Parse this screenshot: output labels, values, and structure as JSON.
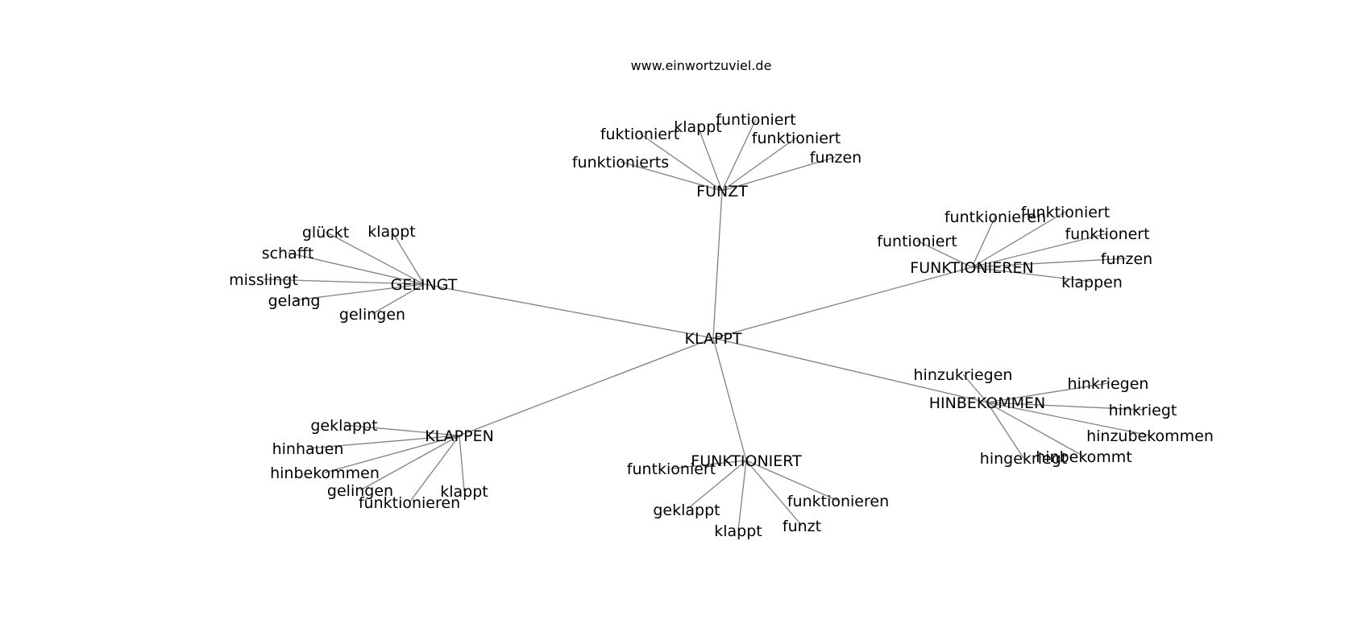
{
  "title": "www.einwortzuviel.de",
  "colors": {
    "edge": "#808080",
    "text": "#000000",
    "background": "#ffffff"
  },
  "root": {
    "id": "KLAPPT",
    "label": "KLAPPT"
  },
  "groups": [
    {
      "id": "FUNZT",
      "label": "FUNZT",
      "leaves": [
        "funktionierts",
        "fuktioniert",
        "klappt",
        "funtioniert",
        "funktioniert",
        "funzen"
      ]
    },
    {
      "id": "GELINGT",
      "label": "GELINGT",
      "leaves": [
        "glückt",
        "klappt",
        "schafft",
        "misslingt",
        "gelang",
        "gelingen"
      ]
    },
    {
      "id": "FUNKTIONIEREN",
      "label": "FUNKTIONIEREN",
      "leaves": [
        "funtioniert",
        "funtkionieren",
        "funktioniert",
        "funktionert",
        "funzen",
        "klappen"
      ]
    },
    {
      "id": "HINBEKOMMEN",
      "label": "HINBEKOMMEN",
      "leaves": [
        "hinzukriegen",
        "hinkriegen",
        "hinkriegt",
        "hinzubekommen",
        "hinbekommt",
        "hingekriegt"
      ]
    },
    {
      "id": "KLAPPEN",
      "label": "KLAPPEN",
      "leaves": [
        "geklappt",
        "hinhauen",
        "hinbekommen",
        "gelingen",
        "funktionieren",
        "klappt"
      ]
    },
    {
      "id": "FUNKTIONIERT",
      "label": "FUNKTIONIERT",
      "leaves": [
        "funtkioniert",
        "geklappt",
        "klappt",
        "funzt",
        "funktionieren"
      ]
    }
  ]
}
